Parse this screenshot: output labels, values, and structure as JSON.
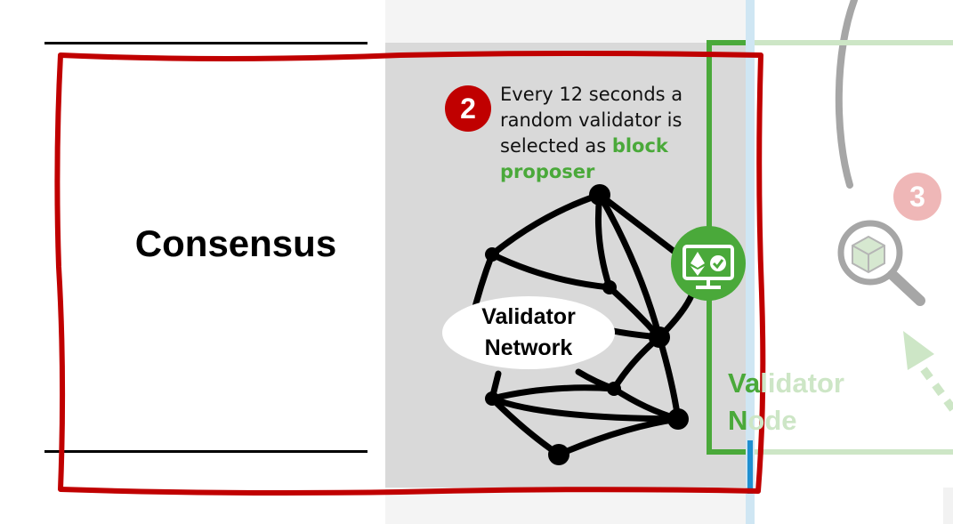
{
  "section": {
    "title": "Consensus"
  },
  "step": {
    "number": "2",
    "text_before": "Every 12 seconds a random validator is selected as",
    "highlight": "block proposer"
  },
  "network": {
    "label_line1": "Validator",
    "label_line2": "Network"
  },
  "node": {
    "label_line1": "Validator",
    "label_line2": "Node",
    "label_line1_visible": "Va",
    "label_line1_faded": "lidator",
    "label_line2_visible": "N",
    "label_line2_faded": "ode",
    "icon": "ethereum-validator-monitor-icon"
  },
  "next_step": {
    "number": "3",
    "icon": "inspect-block-magnifier-icon"
  },
  "colors": {
    "frame_red": "#c00000",
    "accent_green": "#4aa93a",
    "faded_green": "#cde6c6",
    "panel_gray": "#d9d9d9",
    "strip_blue": "#cfe6f3"
  }
}
